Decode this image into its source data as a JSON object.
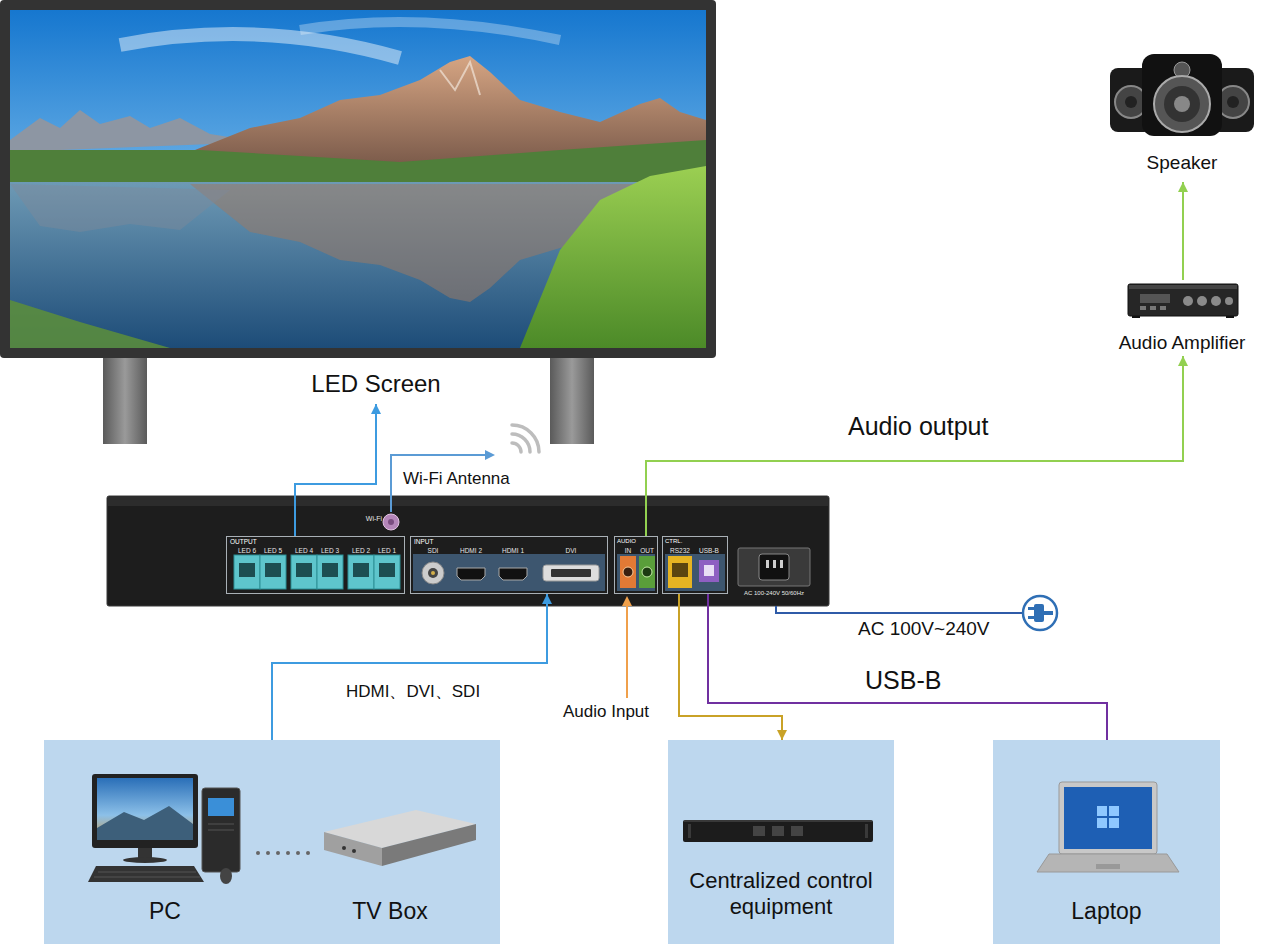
{
  "diagram": {
    "nodes": [
      {
        "text": [
          "LED Screen"
        ]
      },
      {
        "text": [
          "Speaker"
        ]
      },
      {
        "text": [
          "Audio Amplifier"
        ]
      },
      {
        "text": [
          "Wi-Fi",
          "AC 100-240V 50/60Hz"
        ]
      },
      {
        "text": [
          "OUTPUT",
          "LED 6",
          "LED 5",
          "LED 4",
          "LED 3",
          "LED 2",
          "LED 1"
        ],
        "in": 3
      },
      {
        "text": [
          "INPUT",
          "SDI",
          "HDMI 2",
          "HDMI 1",
          "DVI"
        ],
        "in": 3
      },
      {
        "text": [
          "AUDIO",
          "IN",
          "OUT"
        ],
        "in": 3
      },
      {
        "text": [
          "CTRL.",
          "RS232",
          "USB-B"
        ],
        "in": 3
      },
      {
        "text": [
          "PC",
          "TV Box"
        ]
      },
      {
        "text": [
          "Centralized control equipment"
        ]
      },
      {
        "text": [
          "Laptop"
        ]
      }
    ],
    "edges": [
      {
        "from": 4,
        "to": 0,
        "arrow": "to"
      },
      {
        "from": 6,
        "to": 2,
        "label": "Audio output",
        "arrow": "to"
      },
      {
        "from": 2,
        "to": 1,
        "arrow": "to"
      },
      {
        "from": 8,
        "to": 5,
        "label": "HDMI、DVI、SDI",
        "arrow": "to"
      },
      {
        "from": 7,
        "to": 9,
        "arrow": "to"
      },
      {
        "from": 10,
        "to": 7,
        "label": "USB-B",
        "arrow": "none"
      }
    ],
    "labels": [
      "Wi-Fi Antenna",
      "Audio Input",
      "AC 100V~240V"
    ]
  }
}
